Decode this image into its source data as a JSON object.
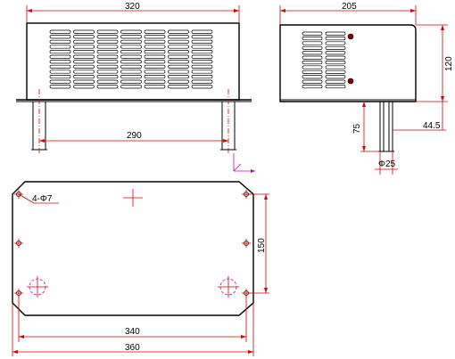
{
  "dimensions": {
    "front_width": "320",
    "foot_spacing": "290",
    "side_width": "205",
    "side_height": "120",
    "pipe_length": "75",
    "pipe_offset": "44.5",
    "pipe_diameter": "Φ25",
    "hole_callout": "4-Φ7",
    "mount_spacing_vertical": "150",
    "mount_spacing_horizontal": "340",
    "base_width": "360"
  },
  "colors": {
    "outline": "#000000",
    "dimension": "#d40000",
    "axis_marker": "#c000c0"
  }
}
